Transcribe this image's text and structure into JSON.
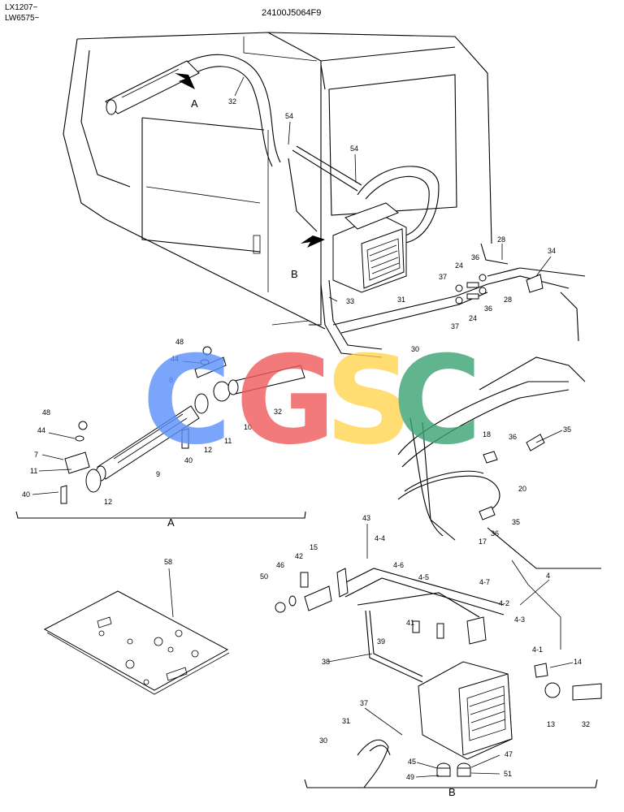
{
  "header": {
    "model_line1": "LX1207~",
    "model_line2": "LW6575~",
    "drawing_no": "24100J5064F9"
  },
  "watermark": {
    "letters": [
      "C",
      "G",
      "S",
      "C"
    ],
    "colors": [
      "#5b8ff9",
      "#f05a5a",
      "#ffd54f",
      "#3aa372"
    ]
  },
  "view_labels": {
    "arrow_a": "A",
    "arrow_b": "B",
    "section_a": "A",
    "section_b": "B"
  },
  "callouts": {
    "c32a": "32",
    "c54a": "54",
    "c54b": "54",
    "c28a": "28",
    "c34": "34",
    "c36a": "36",
    "c24a": "24",
    "c37a": "37",
    "c28b": "28",
    "c36b": "36",
    "c24b": "24",
    "c37b": "37",
    "c31a": "31",
    "c30a": "30",
    "c33": "33",
    "c48a": "48",
    "c44a": "44",
    "c8": "8",
    "c32b": "32",
    "c10": "10",
    "c11a": "11",
    "c12a": "12",
    "c40a": "40",
    "c48b": "48",
    "c44b": "44",
    "c7": "7",
    "c11b": "11",
    "c40b": "40",
    "c12b": "12",
    "c9": "9",
    "c35a": "35",
    "c18": "18",
    "c36c": "36",
    "c20": "20",
    "c35b": "35",
    "c17": "17",
    "c36d": "36",
    "c58": "58",
    "c43": "43",
    "c4_4": "4-4",
    "c15": "15",
    "c42": "42",
    "c46": "46",
    "c50": "50",
    "c4_6": "4-6",
    "c4_5": "4-5",
    "c4_7": "4-7",
    "c4": "4",
    "c4_2": "4-2",
    "c4_3": "4-3",
    "c41": "41",
    "c39": "39",
    "c38": "38",
    "c4_1": "4-1",
    "c14": "14",
    "c13": "13",
    "c32c": "32",
    "c37c": "37",
    "c31b": "31",
    "c30b": "30",
    "c45": "45",
    "c47": "47",
    "c49": "49",
    "c51": "51"
  }
}
